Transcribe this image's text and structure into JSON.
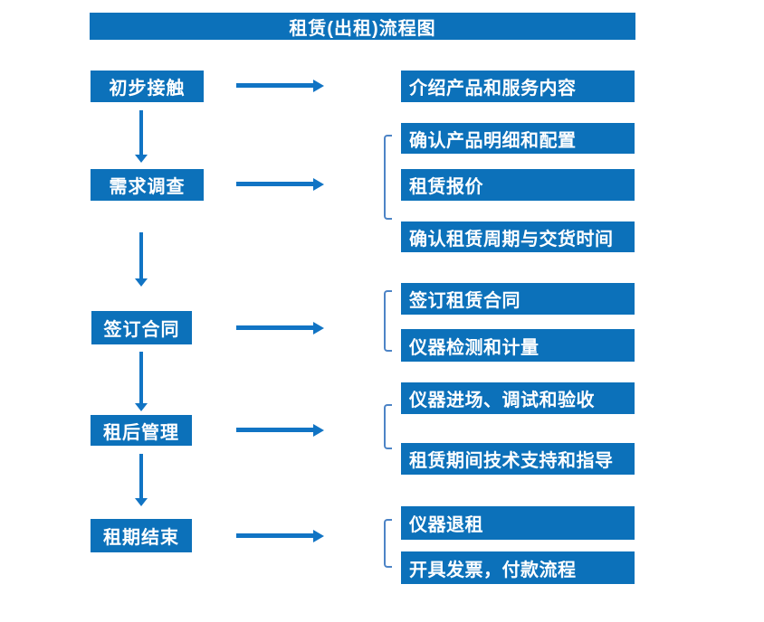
{
  "title": "租赁(出租)流程图",
  "colors": {
    "box": "#0c71ba",
    "arrow": "#1174c4",
    "bracket": "#4d84c6",
    "text": "#ffffff"
  },
  "steps": [
    "初步接触",
    "需求调查",
    "签订合同",
    "租后管理",
    "租期结束"
  ],
  "details": [
    "介绍产品和服务内容",
    "确认产品明细和配置",
    "租赁报价",
    "确认租赁周期与交货时间",
    "签订租赁合同",
    "仪器检测和计量",
    "仪器进场、调试和验收",
    "租赁期间技术支持和指导",
    "仪器退租",
    "开具发票，付款流程"
  ]
}
